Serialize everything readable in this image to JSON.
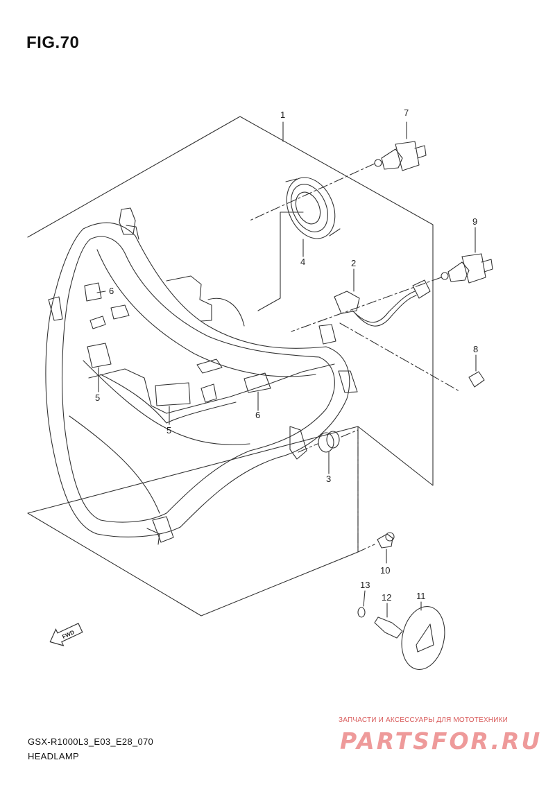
{
  "figure": {
    "title": "FIG.70"
  },
  "callouts": [
    {
      "id": "c1",
      "label": "1"
    },
    {
      "id": "c2",
      "label": "2"
    },
    {
      "id": "c3",
      "label": "3"
    },
    {
      "id": "c4",
      "label": "4"
    },
    {
      "id": "c5a",
      "label": "5"
    },
    {
      "id": "c5b",
      "label": "5"
    },
    {
      "id": "c6a",
      "label": "6"
    },
    {
      "id": "c6b",
      "label": "6"
    },
    {
      "id": "c7",
      "label": "7"
    },
    {
      "id": "c8",
      "label": "8"
    },
    {
      "id": "c9",
      "label": "9"
    },
    {
      "id": "c10",
      "label": "10"
    },
    {
      "id": "c11",
      "label": "11"
    },
    {
      "id": "c12",
      "label": "12"
    },
    {
      "id": "c13",
      "label": "13"
    }
  ],
  "fwd_arrow": {
    "label": "FWD"
  },
  "footer": {
    "model_code": "GSX-R1000L3_E03_E28_070",
    "part_name": "HEADLAMP"
  },
  "watermark": {
    "tagline": "ЗАПЧАСТИ И АКСЕССУАРЫ ДЛЯ МОТОТЕХНИКИ",
    "brand": "PARTSFOR.RU"
  },
  "colors": {
    "line": "#333333",
    "watermark": "#e07070"
  }
}
